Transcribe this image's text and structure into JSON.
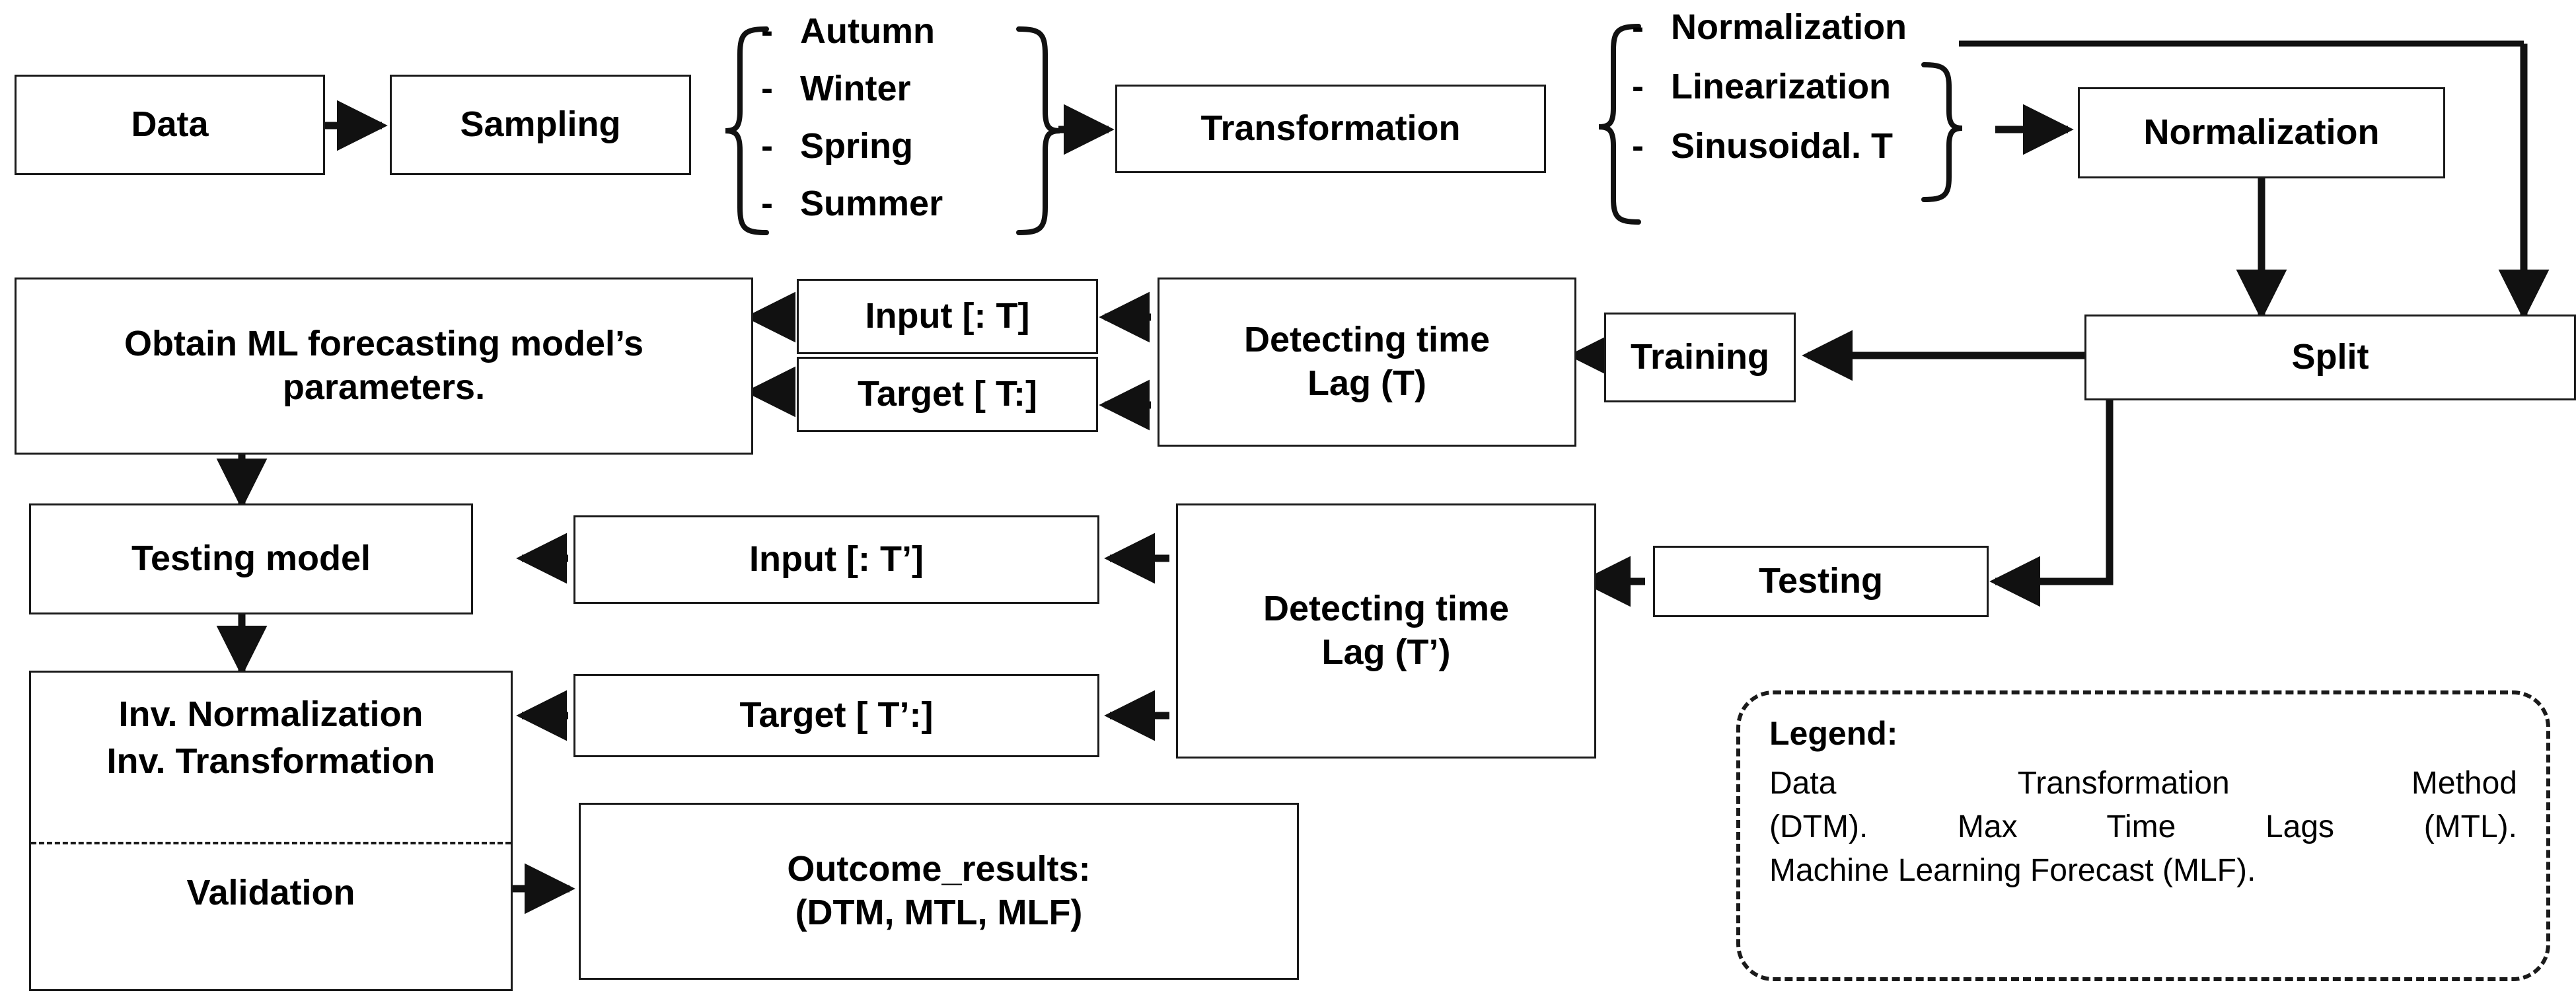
{
  "diagram": {
    "title": "ML forecasting pipeline flowchart",
    "stroke_color": "#1a1a1a",
    "background": "#ffffff"
  },
  "nodes": {
    "data": {
      "label": "Data"
    },
    "sampling": {
      "label": "Sampling"
    },
    "transformation": {
      "label": "Transformation"
    },
    "normalization": {
      "label": "Normalization"
    },
    "split": {
      "label": "Split"
    },
    "training": {
      "label": "Training"
    },
    "detecting_lag_t": {
      "line1": "Detecting time",
      "line2": "Lag (T)"
    },
    "input_t": {
      "label": "Input [: T]"
    },
    "target_t": {
      "label": "Target [ T:]"
    },
    "obtain_params": {
      "line1": "Obtain ML forecasting model’s",
      "line2": "parameters."
    },
    "testing_model": {
      "label": "Testing model"
    },
    "input_tp": {
      "label": "Input [: T’]"
    },
    "detecting_lag_tp": {
      "line1": "Detecting time",
      "line2": "Lag (T’)"
    },
    "testing": {
      "label": "Testing"
    },
    "target_tp": {
      "label": "Target [ T’:]"
    },
    "inv_block": {
      "line1": "Inv. Normalization",
      "line2": "Inv. Transformation",
      "line3": "Validation"
    },
    "outcome": {
      "line1": "Outcome_results:",
      "line2": "(DTM, MTL, MLF)"
    }
  },
  "sampling_options": {
    "items": [
      {
        "bullet": "-",
        "label": "Autumn"
      },
      {
        "bullet": "-",
        "label": "Winter"
      },
      {
        "bullet": "-",
        "label": "Spring"
      },
      {
        "bullet": "-",
        "label": "Summer"
      }
    ]
  },
  "transformation_options": {
    "items": [
      {
        "bullet": "-",
        "label": "Normalization"
      },
      {
        "bullet": "-",
        "label": "Linearization"
      },
      {
        "bullet": "-",
        "label": "Sinusoidal. T"
      }
    ]
  },
  "legend": {
    "title": "Legend:",
    "lines": [
      "Data      Transformation      Method",
      "(DTM).   Max   Time   Lags   (MTL).",
      "Machine Learning Forecast (MLF)."
    ]
  }
}
